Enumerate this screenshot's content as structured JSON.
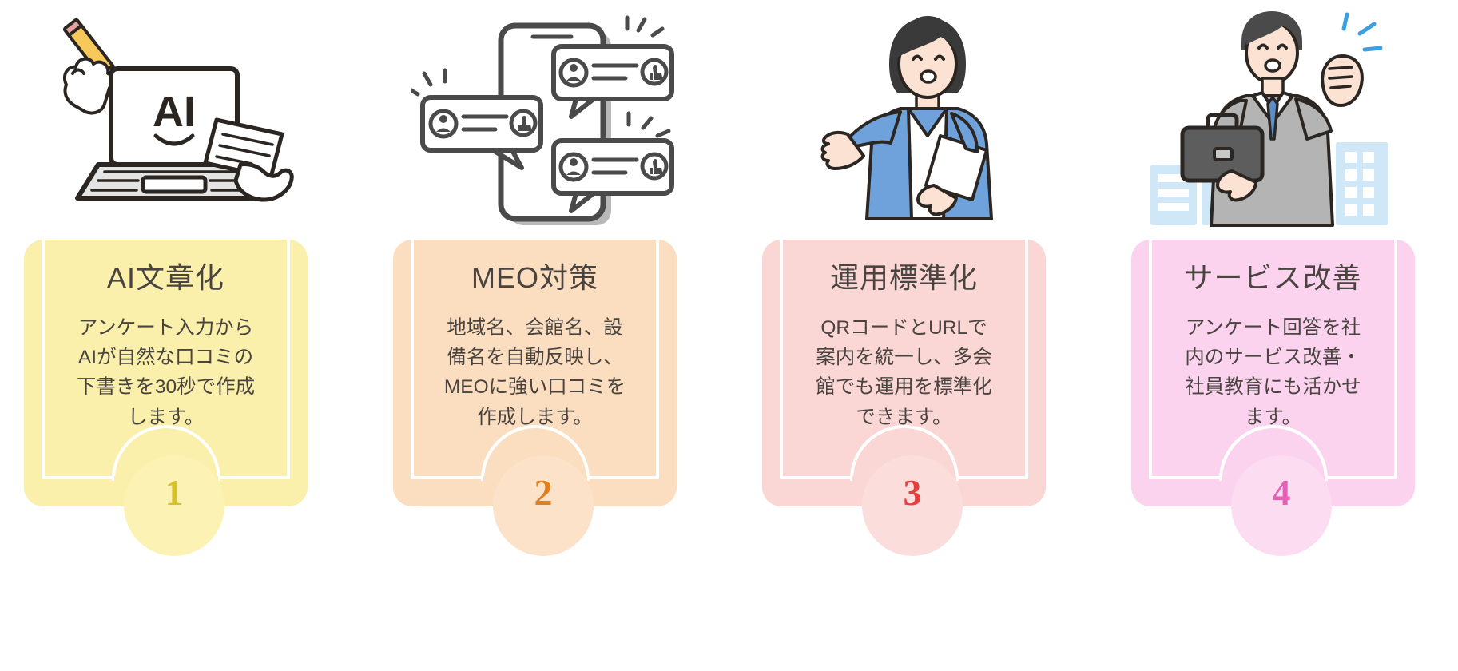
{
  "page": {
    "layout": "four-step-feature-cards",
    "background": "#ffffff"
  },
  "cards": [
    {
      "number": "1",
      "title": "AI文章化",
      "body": "アンケート入力から\nAIが自然な口コミの\n下書きを30秒で作成\nします。",
      "card_color": "#faf0ab",
      "badge_color": "#fbf2b4",
      "number_color": "#d6c12c",
      "inner_border_color": "#ffffff",
      "title_color": "#4a4440",
      "body_color": "#4a4440",
      "illustration": "laptop-ai-pencil-hand-icon"
    },
    {
      "number": "2",
      "title": "MEO対策",
      "body": "地域名、会館名、設\n備名を自動反映し、\nMEOに強い口コミを\n作成します。",
      "card_color": "#fbddbf",
      "badge_color": "#fce2c9",
      "number_color": "#e07e20",
      "inner_border_color": "#ffffff",
      "title_color": "#4a4440",
      "body_color": "#4a4440",
      "illustration": "smartphone-review-bubbles-icon"
    },
    {
      "number": "3",
      "title": "運用標準化",
      "body": "QRコードとURLで\n案内を統一し、多会\n館でも運用を標準化\nできます。",
      "card_color": "#fad6d4",
      "badge_color": "#fbdedc",
      "number_color": "#e73d3c",
      "inner_border_color": "#ffffff",
      "title_color": "#4a4440",
      "body_color": "#4a4440",
      "illustration": "woman-presenting-document-icon"
    },
    {
      "number": "4",
      "title": "サービス改善",
      "body": "アンケート回答を社\n内のサービス改善・\n社員教育にも活かせ\nます。",
      "card_color": "#fbd3ee",
      "badge_color": "#fcdcf1",
      "number_color": "#e263b5",
      "inner_border_color": "#ffffff",
      "title_color": "#4a4440",
      "body_color": "#4a4440",
      "illustration": "businessman-cheering-buildings-icon"
    }
  ],
  "illustration_labels": {
    "laptop_screen_text": "AI"
  }
}
